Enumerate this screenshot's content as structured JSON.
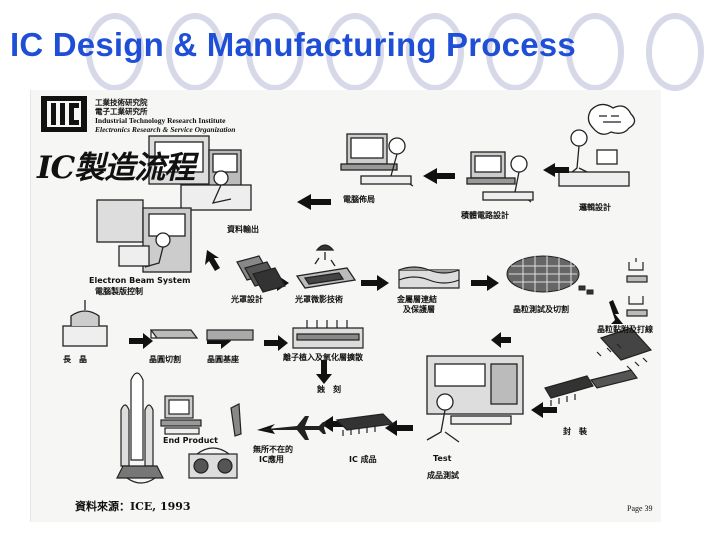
{
  "slide": {
    "title": "IC Design & Manufacturing Process"
  },
  "org": {
    "line1": "工業技術研究院",
    "line2": "電子工業研究所",
    "line3": "Industrial Technology Research Institute",
    "line4": "Electronics Research & Service Organization"
  },
  "diagram": {
    "heading": "IC製造流程",
    "labels": {
      "electron_beam_en": "Electron Beam System",
      "electron_beam_zh": "電腦製版控制",
      "data_output": "資料輸出",
      "computer_layout": "電腦佈局",
      "circuit_design": "積體電路設計",
      "system_design": "邏輯設計",
      "mask_design": "光罩設計",
      "photolithography": "光罩微影技術",
      "metal_layer": "金屬層連結",
      "metal_layer2": "及保護層",
      "wafer_test": "晶粒測試及切割",
      "crystal_growth": "長　晶",
      "wafer_slicing": "晶圓切割",
      "wafer_substrate": "晶圓基座",
      "ion_implant": "離子植入及氧化層擴散",
      "etching": "蝕　刻",
      "wire_bonding": "晶粒黏附及打線",
      "packaging": "封　裝",
      "end_product": "End Product",
      "ic_everywhere1": "無所不在的",
      "ic_everywhere2": "IC應用",
      "ic_product": "IC 成品",
      "test_en": "Test",
      "test_zh": "成品測試"
    },
    "source": "資料來源：ICE, 1993",
    "page": "Page 39"
  }
}
